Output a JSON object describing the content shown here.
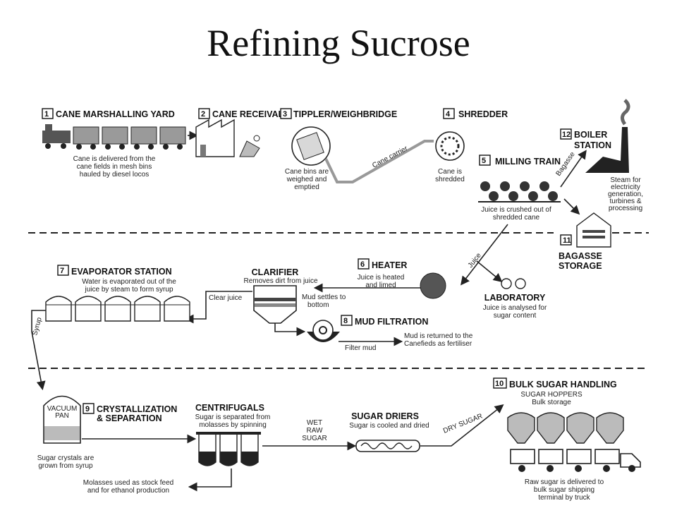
{
  "title": "Refining Sucrose",
  "steps": [
    {
      "num": "1",
      "label": "CANE MARSHALLING YARD",
      "desc": [
        "Cane is delivered from the",
        "cane fields in mesh bins",
        "hauled by diesel locos"
      ]
    },
    {
      "num": "2",
      "label": "CANE RECEIVAL"
    },
    {
      "num": "3",
      "label": "TIPPLER/WEIGHBRIDGE",
      "desc": [
        "Cane bins are",
        "weighed and",
        "emptied"
      ]
    },
    {
      "num": "4",
      "label": "SHREDDER",
      "desc": [
        "Cane is",
        "shredded"
      ]
    },
    {
      "num": "5",
      "label": "MILLING TRAIN",
      "desc": [
        "Juice is crushed out of",
        "shredded cane"
      ]
    },
    {
      "num": "6",
      "label": "HEATER",
      "desc": [
        "Juice is heated",
        "and limed"
      ]
    },
    {
      "num": "7",
      "label": "EVAPORATOR STATION",
      "desc": [
        "Water is evaporated out of the",
        "juice by steam to form syrup"
      ]
    },
    {
      "num": "8",
      "label": "MUD FILTRATION",
      "desc": [
        "Mud is returned to the",
        "Canefieds as fertiliser"
      ]
    },
    {
      "num": "9",
      "label": [
        "CRYSTALLIZATION",
        "& SEPARATION"
      ],
      "desc": [
        "Sugar crystals are",
        "grown from syrup"
      ]
    },
    {
      "num": "10",
      "label": "BULK SUGAR HANDLING",
      "desc": [
        "SUGAR HOPPERS",
        "Bulk storage"
      ]
    },
    {
      "num": "11",
      "label": [
        "BAGASSE",
        "STORAGE"
      ]
    },
    {
      "num": "12",
      "label": [
        "BOILER",
        "STATION"
      ],
      "desc": [
        "Steam for",
        "electricity",
        "generation,",
        "turbines &",
        "processing"
      ]
    }
  ],
  "clarifier": {
    "label": "CLARIFIER",
    "desc": "Removes dirt from juice",
    "mud": [
      "Mud settles to",
      "bottom"
    ]
  },
  "laboratory": {
    "label": "LABORATORY",
    "desc": [
      "Juice is analysed for",
      "sugar content"
    ]
  },
  "centrifugals": {
    "label": "CENTRIFUGALS",
    "desc": [
      "Sugar is separated from",
      "molasses by spinning"
    ]
  },
  "sugar_driers": {
    "label": "SUGAR DRIERS",
    "desc": "Sugar is cooled and dried"
  },
  "flow_labels": {
    "cane_carrier": "Cane carrier",
    "bagasse": "Bagasse",
    "juice": "Juice",
    "clear_juice": "Clear juice",
    "filter_mud": "Filter mud",
    "syrup": "Syrup",
    "vacuum_pan": [
      "VACUUM",
      "PAN"
    ],
    "wet_raw_sugar": [
      "WET",
      "RAW",
      "SUGAR"
    ],
    "dry_sugar": "DRY SUGAR",
    "molasses": [
      "Molasses used as stock feed",
      "and for ethanol production"
    ],
    "truck": [
      "Raw sugar is delivered to",
      "bulk sugar shipping",
      "terminal by truck"
    ]
  }
}
